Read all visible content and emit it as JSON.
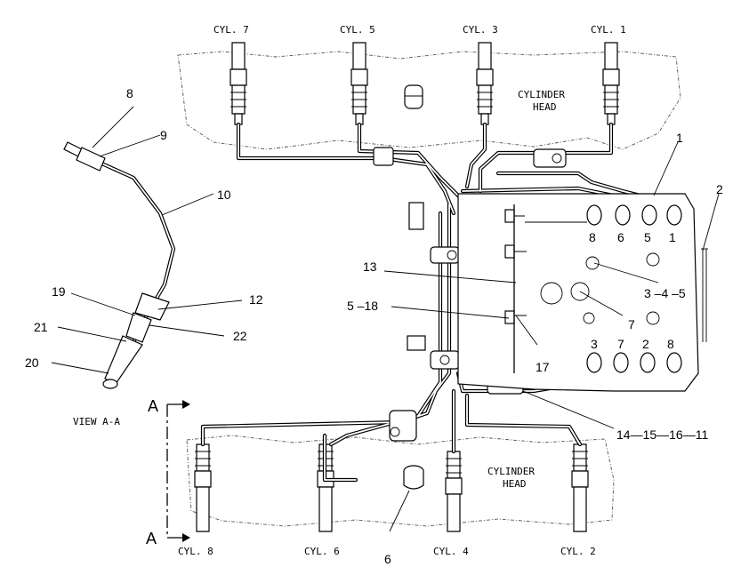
{
  "cylinder_labels": {
    "top": [
      "CYL. 7",
      "CYL. 5",
      "CYL. 3",
      "CYL. 1"
    ],
    "bottom": [
      "CYL. 8",
      "CYL. 6",
      "CYL. 4",
      "CYL. 2"
    ]
  },
  "cylinder_head_label": [
    "CYLINDER",
    "HEAD"
  ],
  "view_label": "VIEW A-A",
  "section_letter": "A",
  "callouts": {
    "c1": "1",
    "c2": "2",
    "c3": "3 –4 –5",
    "c5_18": "5 –18",
    "c6": "6",
    "c7": "7",
    "c8": "8",
    "c9": "9",
    "c10": "10",
    "c12": "12",
    "c13": "13",
    "c14": "14—15—16—11",
    "c17": "17",
    "c19": "19",
    "c20": "20",
    "c21": "21",
    "c22": "22"
  },
  "pump_ports_top": [
    "8",
    "6",
    "5",
    "1"
  ],
  "pump_ports_bottom": [
    "3",
    "7",
    "2",
    "8"
  ]
}
